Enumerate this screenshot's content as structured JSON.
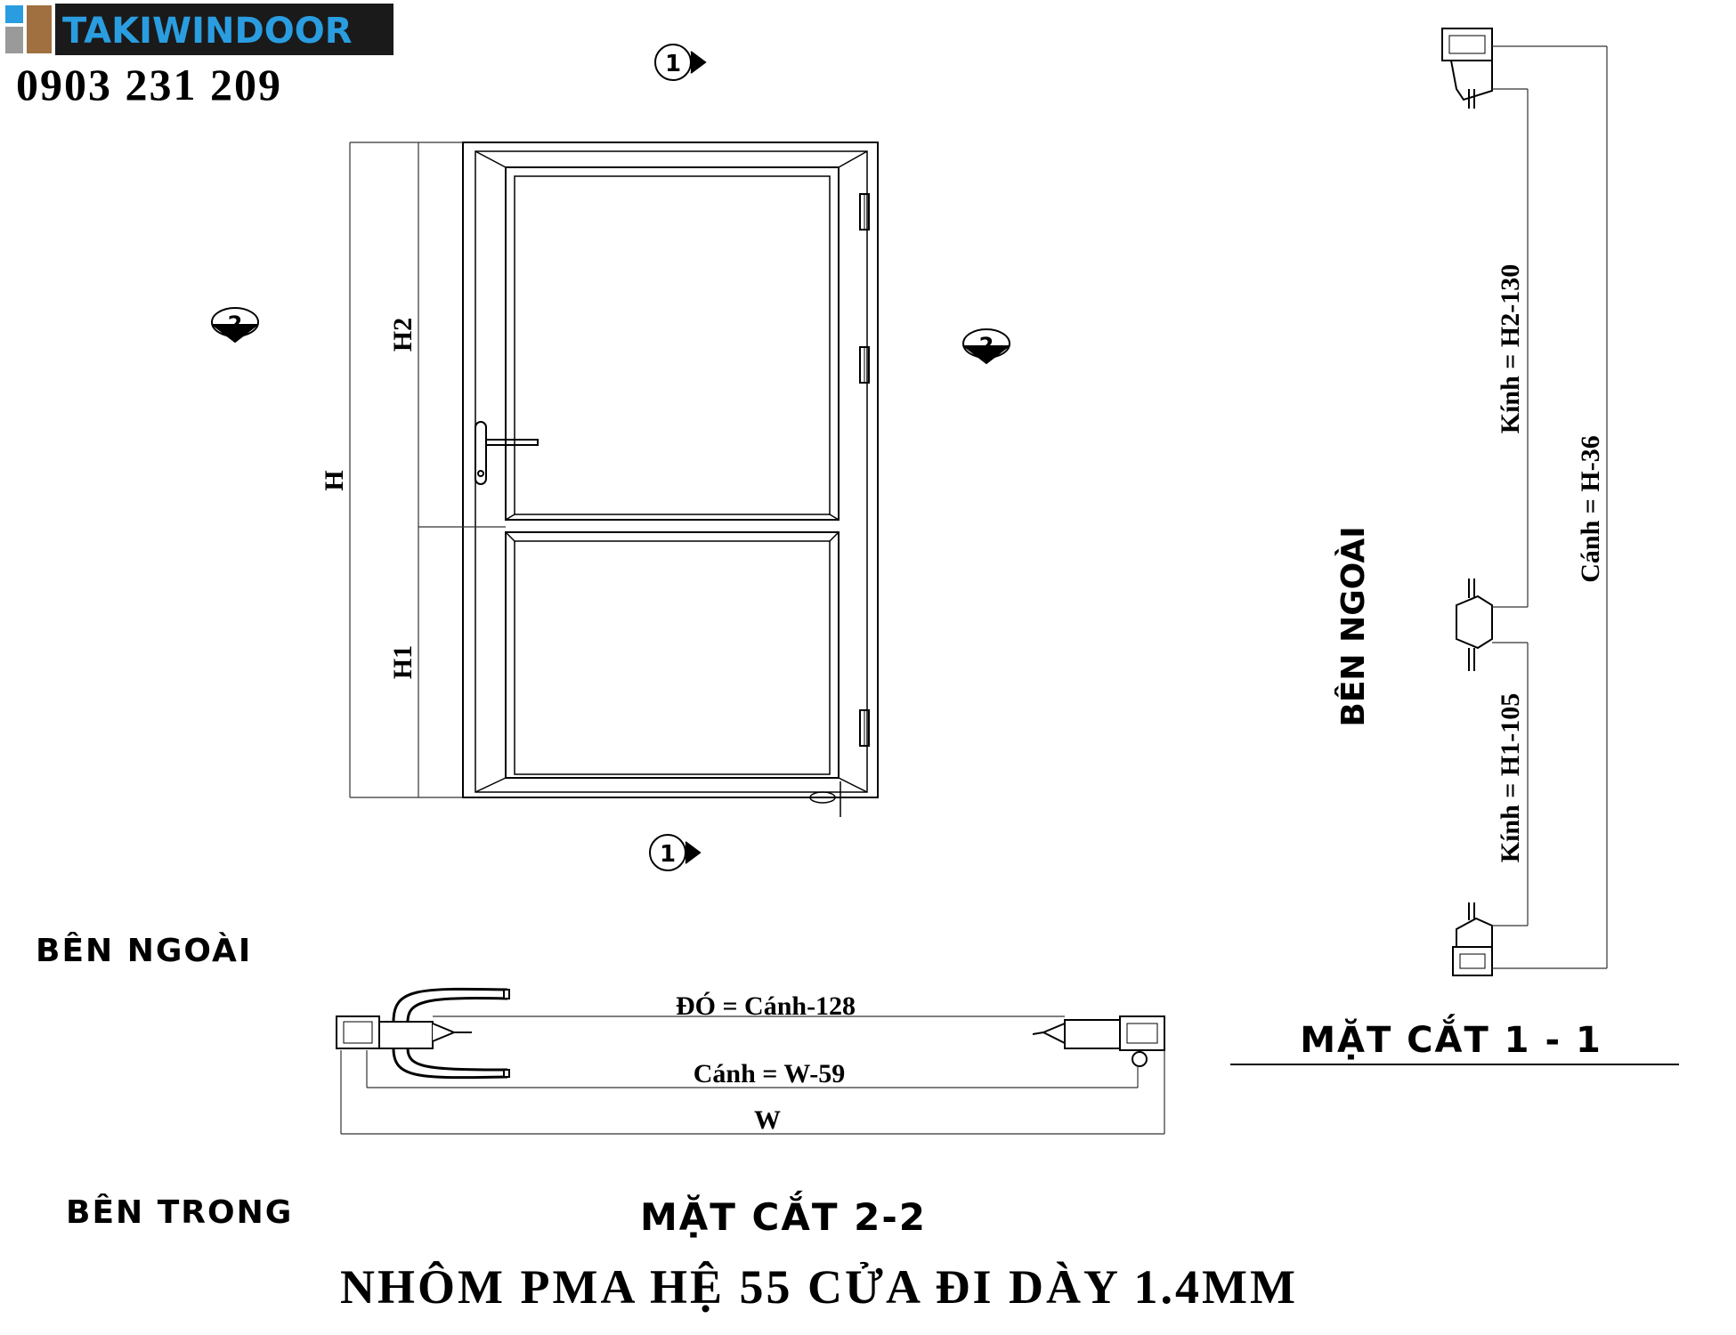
{
  "header": {
    "logo_text": "TAKIWINDOOR",
    "phone": "0903 231 209"
  },
  "colors": {
    "logo_bg": "#1a1a1a",
    "logo_blue": "#2a9de0",
    "logo_gold": "#c9922e",
    "logo_square_blue": "#2a9de0",
    "logo_square_gray": "#9a9a9a",
    "logo_square_brown": "#a07040",
    "line": "#000000",
    "dim_line": "#333333"
  },
  "elevation": {
    "marker_section_1": "1",
    "marker_section_2": "2",
    "dim_H": "H",
    "dim_H1": "H1",
    "dim_H2": "H2"
  },
  "section_1_1": {
    "side_label": "BÊN NGOÀI",
    "glass_top_formula": "Kính = H2-130",
    "glass_bottom_formula": "Kính = H1-105",
    "sash_formula": "Cánh = H-36",
    "title": "MẶT CẮT 1 - 1"
  },
  "section_2_2": {
    "outside_label": "BÊN NGOÀI",
    "inside_label": "BÊN TRONG",
    "do_formula": "ĐÓ = Cánh-128",
    "sash_formula": "Cánh = W-59",
    "dim_W": "W",
    "title": "MẶT CẮT 2-2"
  },
  "footer": {
    "caption": "NHÔM PMA HỆ 55 CỬA ĐI DÀY 1.4MM"
  }
}
